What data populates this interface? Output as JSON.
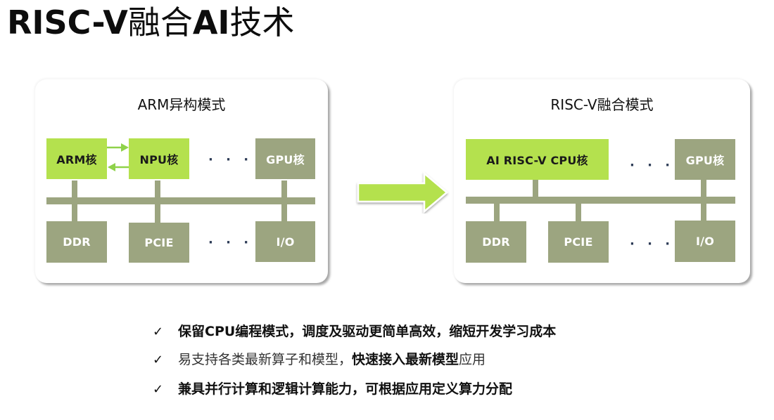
{
  "title": {
    "latin1": "RISC-V",
    "cjk1": "融合",
    "latin2": "AI",
    "cjk2": "技术"
  },
  "left_panel": {
    "title": "ARM异构模式",
    "cores": [
      {
        "label": "ARM核",
        "style": "green"
      },
      {
        "label": "NPU核",
        "style": "green"
      },
      {
        "label": "GPU核",
        "style": "olive"
      }
    ],
    "peripherals": [
      {
        "label": "DDR"
      },
      {
        "label": "PCIE"
      },
      {
        "label": "I/O"
      }
    ],
    "ellipsis": "· · ·"
  },
  "right_panel": {
    "title": "RISC-V融合模式",
    "cores": [
      {
        "label": "AI RISC-V CPU核",
        "style": "green"
      },
      {
        "label": "GPU核",
        "style": "olive"
      }
    ],
    "peripherals": [
      {
        "label": "DDR"
      },
      {
        "label": "PCIE"
      },
      {
        "label": "I/O"
      }
    ],
    "ellipsis": "· · ·"
  },
  "colors": {
    "accent_green": "#b4e14e",
    "olive": "#9ca580",
    "link_arrow": "#8fd24a"
  },
  "bullets": [
    {
      "check": "✓",
      "parts": [
        {
          "text": "保留CPU编程模式，调度及驱动更简单高效，缩短开发学习成本",
          "weight": "bold"
        }
      ]
    },
    {
      "check": "✓",
      "parts": [
        {
          "text": "易支持各类最新算子和模型，",
          "weight": "regular"
        },
        {
          "text": "快速接入最新模型",
          "weight": "bold"
        },
        {
          "text": "应用",
          "weight": "regular"
        }
      ]
    },
    {
      "check": "✓",
      "parts": [
        {
          "text": "兼具并行计算和逻辑计算能力，可根据应用定义算力分配",
          "weight": "bold"
        }
      ]
    }
  ]
}
